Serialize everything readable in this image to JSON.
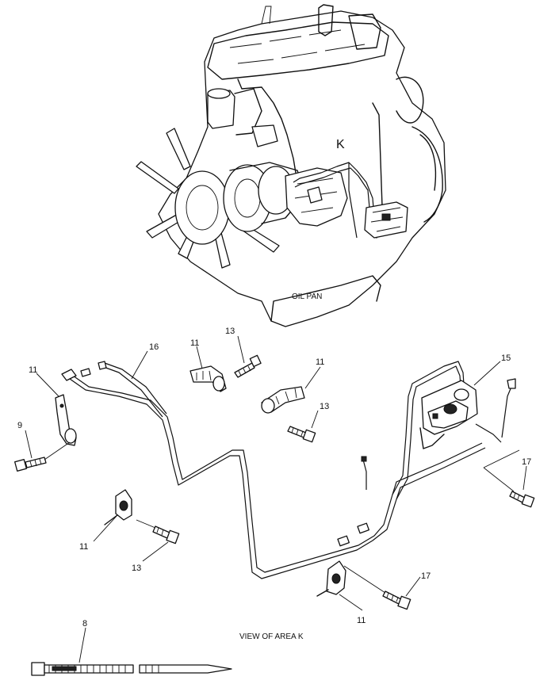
{
  "labels": {
    "area_k": "K",
    "oil_pan": "OIL PAN",
    "view_caption": "VIEW OF AREA K"
  },
  "callouts": {
    "p8": "8",
    "p9": "9",
    "p11_a": "11",
    "p11_b": "11",
    "p11_c": "11",
    "p11_d": "11",
    "p11_e": "11",
    "p13_a": "13",
    "p13_b": "13",
    "p13_c": "13",
    "p15": "15",
    "p16": "16",
    "p17_a": "17",
    "p17_b": "17"
  }
}
